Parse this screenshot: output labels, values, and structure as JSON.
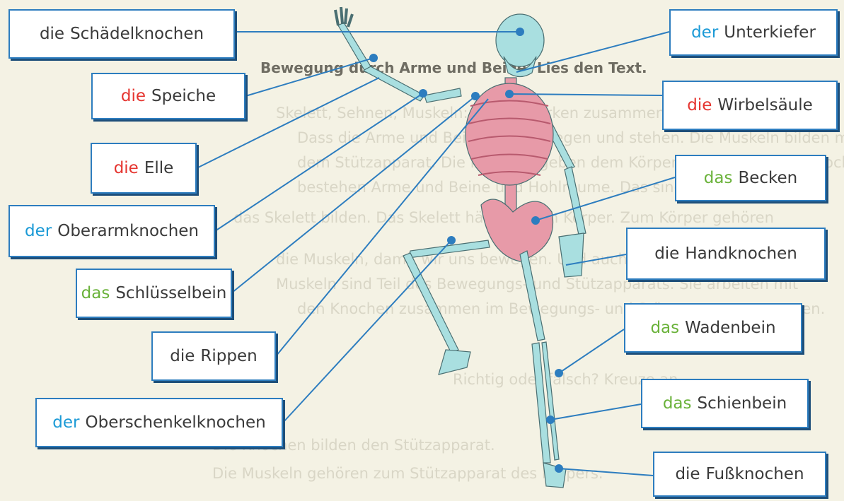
{
  "heading": "Bewegung durch Arme und Beine. Lies den Text.",
  "background_lines": [
    "Skelett, Sehnen, Muskeln: sie alle wirken zusammen, damit wir stehen",
    "Dass die Arme und Beine sich bewegen und stehen. Die Muskeln bilden mit",
    "dem Stützapparat. Die Knochen geben dem Körper seine Form. Aus Knochen",
    "bestehen Arme und Beine und Hohlräume. Das sind die Knochen, die",
    "das Skelett bilden. Das Skelett hält unseren Körper. Zum Körper gehören",
    "die Muskeln, damit wir uns bewegen. Und auch die Gelenke. Die",
    "Muskeln sind Teil des Bewegungs- und Stützapparats. Sie arbeiten mit",
    "den Knochen zusammen im Bewegungs- und Stützapparat zusammen.",
    "Richtig oder falsch? Kreuze an.",
    "Die Knochen bilden den Stützapparat.",
    "Die Muskeln gehören zum Stützapparat des Körpers."
  ],
  "colors": {
    "die": "#e5342f",
    "der": "#1b9ad6",
    "das": "#6ab23a",
    "border": "#2d7dbf",
    "bone": "#a9dfe0",
    "bone_red": "#e79aa8"
  },
  "labels": [
    {
      "name": "label-schaedelknochen",
      "article": "die",
      "article_color": "gray",
      "word": "Schädelknochen"
    },
    {
      "name": "label-speiche",
      "article": "die",
      "article_color": "red",
      "word": "Speiche"
    },
    {
      "name": "label-elle",
      "article": "die",
      "article_color": "red",
      "word": "Elle"
    },
    {
      "name": "label-oberarmknochen",
      "article": "der",
      "article_color": "blue",
      "word": "Oberarmknochen"
    },
    {
      "name": "label-schluesselbein",
      "article": "das",
      "article_color": "green",
      "word": "Schlüsselbein"
    },
    {
      "name": "label-rippen",
      "article": "die",
      "article_color": "gray",
      "word": "Rippen"
    },
    {
      "name": "label-oberschenkelknochen",
      "article": "der",
      "article_color": "blue",
      "word": "Oberschenkelknochen"
    },
    {
      "name": "label-unterkiefer",
      "article": "der",
      "article_color": "blue",
      "word": "Unterkiefer"
    },
    {
      "name": "label-wirbelsaeule",
      "article": "die",
      "article_color": "red",
      "word": "Wirbelsäule"
    },
    {
      "name": "label-becken",
      "article": "das",
      "article_color": "green",
      "word": "Becken"
    },
    {
      "name": "label-handknochen",
      "article": "die",
      "article_color": "gray",
      "word": "Handknochen"
    },
    {
      "name": "label-wadenbein",
      "article": "das",
      "article_color": "green",
      "word": "Wadenbein"
    },
    {
      "name": "label-schienbein",
      "article": "das",
      "article_color": "green",
      "word": "Schienbein"
    },
    {
      "name": "label-fussknochen",
      "article": "die",
      "article_color": "gray",
      "word": "Fußknochen"
    }
  ]
}
